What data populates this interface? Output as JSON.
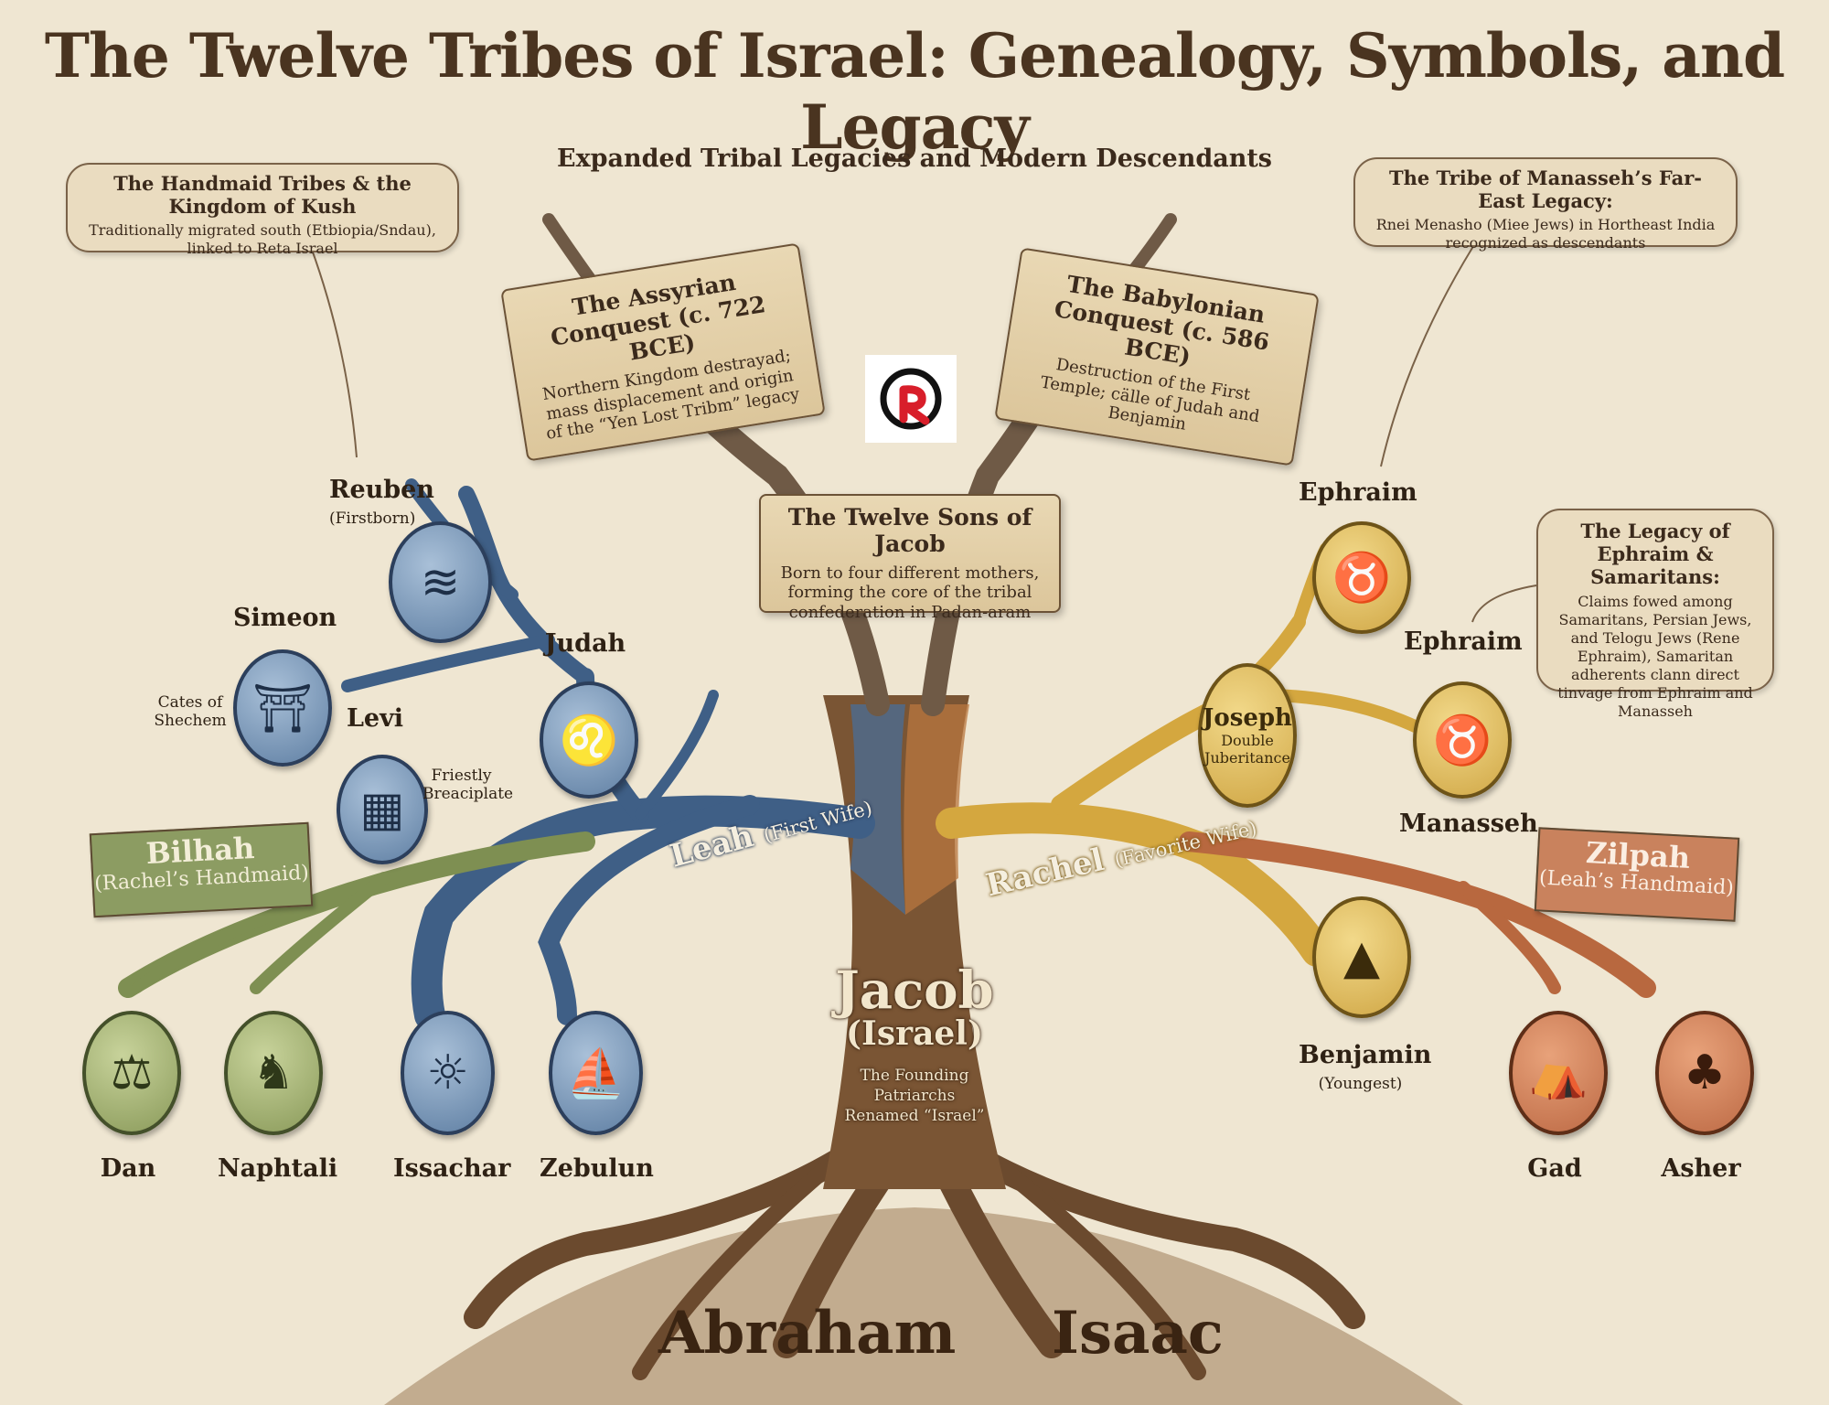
{
  "title": "The Twelve Tribes of Israel: Genealogy, Symbols, and Legacy",
  "subtitle": "Expanded Tribal Legacies and Modern Descendants",
  "callouts": {
    "kush": {
      "heading": "The Handmaid Tribes & the Kingdom of Kush",
      "body": "Traditionally migrated south (Etbiopia/Sndau), linked to Reta Israel"
    },
    "manasseh": {
      "heading": "The Tribe of Manasseh’s Far-East Legacy:",
      "body": "Rnei Menasho (Miee Jews) in Hortheast India recognized as descendants"
    },
    "samaritans": {
      "heading": "The Legacy of Ephraim & Samaritans:",
      "body": "Claims fowed among Samaritans, Persian Jews, and Telogu Jews (Rene Ephraim), Samaritan adherents clann direct tinvage from Ephraim and Manasseh"
    }
  },
  "scrolls": {
    "assyrian": {
      "heading": "The Assyrian Conquest (c. 722 BCE)",
      "body": "Northern Kingdom destrayad; mass displacement and origin of the “Yen Lost Tribm” legacy"
    },
    "babylonian": {
      "heading": "The Babylonian Conquest (c. 586 BCE)",
      "body": "Destruction of the First Temple; cälle of Judah and Benjamin"
    },
    "sons": {
      "heading": "The Twelve Sons of Jacob",
      "body": "Born to four different mothers, forming the core of the tribal confederation in Padan-aram"
    }
  },
  "mothers": {
    "leah": {
      "name": "Leah",
      "note": "(First Wife)"
    },
    "rachel": {
      "name": "Rachel",
      "note": "(Favorite Wife)"
    },
    "bilhah": {
      "name": "Bilhah",
      "note": "(Rachel’s Handmaid)"
    },
    "zilpah": {
      "name": "Zilpah",
      "note": "(Leah’s Handmaid)"
    }
  },
  "jacob": {
    "name": "Jacob",
    "alias": "(Israel)",
    "note": "The Founding Patriarchs Renamed “Israel”"
  },
  "roots": {
    "left": "Abraham",
    "right": "Isaac"
  },
  "tribes": [
    {
      "id": "reuben",
      "name": "Reuben",
      "note": "(Firstborn)",
      "icon": "waves-icon",
      "glyph": "≋",
      "color": "blue"
    },
    {
      "id": "simeon",
      "name": "Simeon",
      "note": "Cates of Shechem",
      "icon": "gate-icon",
      "glyph": "⛩",
      "color": "blue"
    },
    {
      "id": "levi",
      "name": "Levi",
      "note": "Friestly Breaciplate",
      "icon": "breastplate-icon",
      "glyph": "▦",
      "color": "blue"
    },
    {
      "id": "judah",
      "name": "Judah",
      "note": "",
      "icon": "lion-icon",
      "glyph": "♌",
      "color": "blue"
    },
    {
      "id": "issachar",
      "name": "Issachar",
      "note": "",
      "icon": "donkey-icon",
      "glyph": "☼",
      "color": "blue"
    },
    {
      "id": "zebulun",
      "name": "Zebulun",
      "note": "",
      "icon": "ship-icon",
      "glyph": "⛵",
      "color": "blue"
    },
    {
      "id": "dan",
      "name": "Dan",
      "note": "",
      "icon": "scales-serpent-icon",
      "glyph": "⚖",
      "color": "green"
    },
    {
      "id": "naphtali",
      "name": "Naphtali",
      "note": "",
      "icon": "deer-icon",
      "glyph": "♞",
      "color": "green"
    },
    {
      "id": "ephraim-top",
      "name": "Ephraim",
      "note": "",
      "icon": "bull-icon",
      "glyph": "♉",
      "color": "gold"
    },
    {
      "id": "joseph",
      "name": "Joseph",
      "note": "Double Juberitance",
      "icon": "",
      "glyph": "",
      "color": "gold"
    },
    {
      "id": "ephraim-mid",
      "name": "Ephraim",
      "note": "",
      "icon": "ox-icon",
      "glyph": "♉",
      "color": "gold"
    },
    {
      "id": "manasseh",
      "name": "Manasseh",
      "note": "",
      "icon": "",
      "glyph": "",
      "color": "gold"
    },
    {
      "id": "benjamin",
      "name": "Benjamin",
      "note": "(Youngest)",
      "icon": "mountain-icon",
      "glyph": "▲",
      "color": "gold"
    },
    {
      "id": "gad",
      "name": "Gad",
      "note": "",
      "icon": "tents-icon",
      "glyph": "⛺",
      "color": "rust"
    },
    {
      "id": "asher",
      "name": "Asher",
      "note": "",
      "icon": "olive-tree-icon",
      "glyph": "♣",
      "color": "rust"
    }
  ],
  "colors": {
    "leah": "#3f5f86",
    "rachel": "#d4a73f",
    "bilhah": "#7e8f52",
    "zilpah": "#b8683f",
    "trunk": "#6b4a2e",
    "background": "#efe6d2"
  }
}
